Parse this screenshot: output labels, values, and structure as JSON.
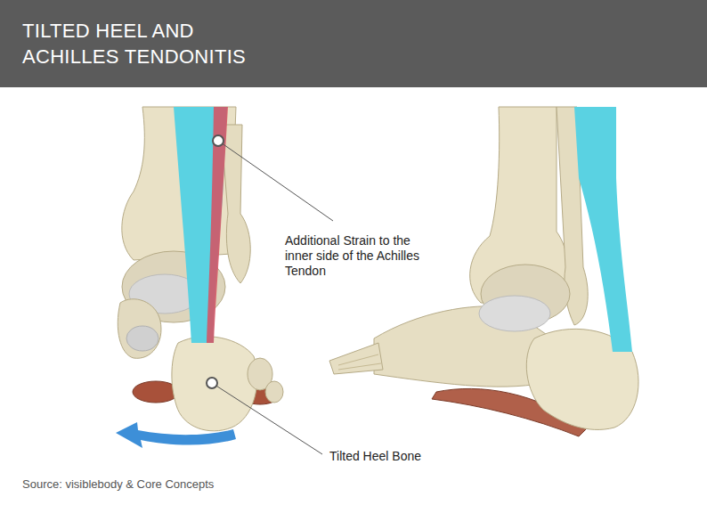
{
  "diagram": {
    "title": "TILTED HEEL AND ACHILLES TENDONITIS",
    "caption": "Source: visiblebody & Core Concepts",
    "labels": [
      "Additional Strain to the inner side of the Achilles Tendon",
      "Tilted Heel Bone"
    ]
  }
}
